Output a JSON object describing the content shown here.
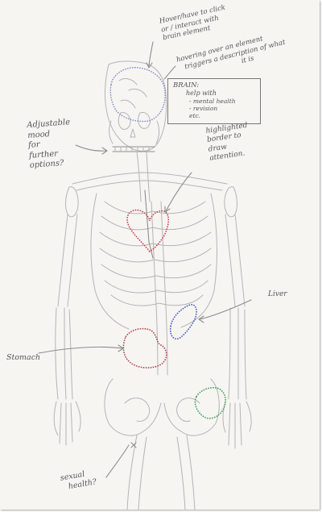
{
  "annotations": {
    "brain_click": [
      "Hover/have to click",
      "or / interact with",
      "brain element"
    ],
    "brain_hover": [
      "hovering over an element",
      "triggers a description of what",
      "it is"
    ],
    "brain_box": {
      "title": "BRAIN:",
      "subtitle": "help with",
      "items": [
        "- mental health",
        "- revision",
        "etc."
      ]
    },
    "mood": [
      "Adjustable",
      "mood",
      "for",
      "further",
      "options?"
    ],
    "highlight": [
      "highlighted",
      "border to",
      "draw",
      "attention."
    ],
    "liver": "Liver",
    "stomach": "Stomach",
    "sexual": [
      "sexual",
      "health?"
    ]
  },
  "highlight_colors": {
    "brain": "#7a86c8",
    "heart": "#c23a4a",
    "liver": "#3e50b8",
    "stomach": "#b23a44",
    "intestine": "#3c9a55"
  }
}
